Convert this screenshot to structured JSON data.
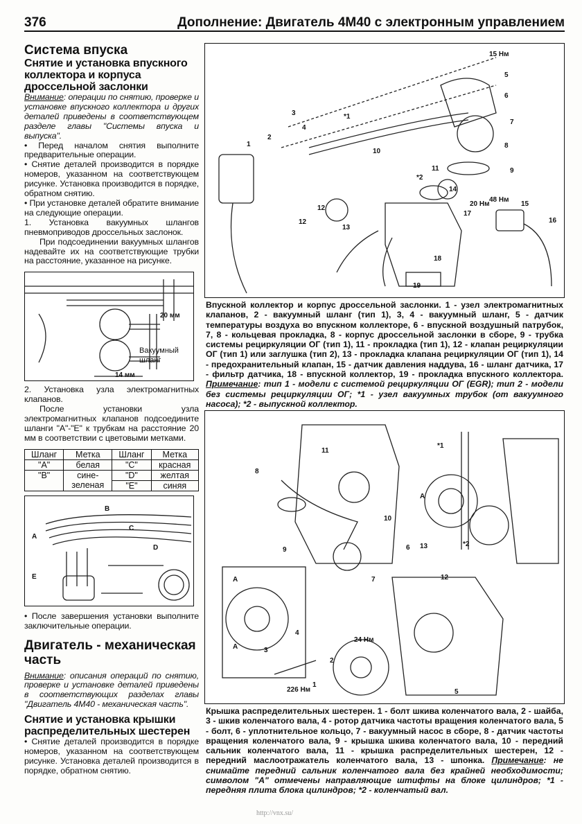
{
  "header": {
    "page_number": "376",
    "title": "Дополнение: Двигатель 4М40 с электронным управлением"
  },
  "left": {
    "section1_title": "Система впуска",
    "section1_subtitle": "Снятие и установка впускного коллектора и корпуса дроссельной заслонки",
    "note1_label": "Внимание",
    "note1_text": ": операции по снятию, проверке и установке впускного коллектора и других деталей приведены в соответствующем разделе главы \"Системы впуска и выпуска\".",
    "bullet1": "• Перед началом снятия выполните предварительные операции.",
    "bullet2": "• Снятие деталей производится в порядке номеров, указанном на соответствующем рисунке. Установка производится в порядке, обратном снятию.",
    "bullet3": "• При установке деталей обратите внимание на следующие операции.",
    "step1_title": "1. Установка вакуумных шлангов пневмоприводов дроссельных заслонок.",
    "step1_text": "При подсоединении вакуумных шлангов надевайте их на соответствующие трубки на расстояние, указанное на рисунке.",
    "step2_title": "2. Установка узла электромагнитных клапанов.",
    "step2_text": "После установки узла электромагнитных клапанов подсоедините шланги \"A\"-\"E\" к трубкам на расстояние 20 мм в соответствии с цветовыми метками.",
    "bullet4": "• После завершения установки выполните заключительные операции.",
    "section2_title": "Двигатель - механическая часть",
    "note2_label": "Внимание",
    "note2_text": ": описания операций по снятию, проверке и установке деталей приведены в соответствующих разделах главы \"Двигатель 4М40 - механическая часть\".",
    "section3_title": "Снятие и установка крышки распределительных шестерен",
    "bullet5": "• Снятие деталей производится в порядке номеров, указанном на соответствующем рисунке. Установка деталей производится в порядке, обратном снятию."
  },
  "hose_figure": {
    "dim1": "20 мм",
    "dim2": "14 мм",
    "label": "Вакуумный шланг"
  },
  "hose_table": {
    "headers": [
      "Шланг",
      "Метка",
      "Шланг",
      "Метка"
    ],
    "rows": [
      [
        "\"A\"",
        "белая",
        "\"C\"",
        "красная"
      ],
      [
        "\"B\"",
        "сине-зеленая",
        "\"D\"",
        "желтая"
      ],
      [
        "",
        "",
        "\"E\"",
        "синяя"
      ]
    ]
  },
  "solenoid_figure": {
    "labels": [
      "A",
      "B",
      "C",
      "D",
      "E"
    ]
  },
  "figure1": {
    "labels": [
      "1",
      "2",
      "3",
      "4",
      "5",
      "6",
      "7",
      "8",
      "9",
      "10",
      "11",
      "12",
      "12",
      "13",
      "14",
      "15",
      "16",
      "17",
      "18",
      "19",
      "*1",
      "*2"
    ],
    "torques": [
      "15 Нм",
      "48 Нм",
      "20 Нм"
    ],
    "caption": "Впускной коллектор и корпус дроссельной заслонки. 1 - узел электромагнитных клапанов, 2 - вакуумный шланг (тип 1), 3, 4 - вакуумный шланг, 5 - датчик температуры воздуха во впускном коллекторе, 6 - впускной воздушный патрубок, 7, 8 - кольцевая прокладка, 8 - корпус дроссельной заслонки в сборе, 9 - трубка системы рециркуляции ОГ (тип 1), 11 - прокладка (тип 1), 12 - клапан рециркуляции ОГ (тип 1) или заглушка (тип 2), 13 - прокладка клапана рециркуляции ОГ (тип 1), 14 - предохранительный клапан, 15 - датчик давления наддува, 16 - шланг датчика, 17 - фильтр датчика, 18 - впускной коллектор, 19 - прокладка впускного коллектора. ",
    "note_label": "Примечание",
    "note_text": ": тип 1 - модели с системой рециркуляции ОГ (EGR); тип 2 - модели без системы рециркуляции ОГ; *1 - узел вакуумных трубок (от вакуумного насоса); *2 - выпускной коллектор."
  },
  "figure2": {
    "labels": [
      "1",
      "2",
      "3",
      "4",
      "5",
      "6",
      "7",
      "8",
      "9",
      "10",
      "11",
      "12",
      "13",
      "A",
      "A",
      "A",
      "*1",
      "*2"
    ],
    "torques": [
      "24 Нм",
      "226 Нм"
    ],
    "caption": "Крышка распределительных шестерен. 1 - болт шкива коленчатого вала, 2 - шайба, 3 - шкив коленчатого вала, 4 - ротор датчика частоты вращения коленчатого вала, 5 - болт, 6 - уплотнительное кольцо, 7 - вакуумный насос в сборе, 8 - датчик частоты вращения коленчатого вала, 9 - крышка шкива коленчатого вала, 10 - передний сальник коленчатого вала, 11 - крышка распределительных шестерен, 12 - передний маслоотражатель коленчатого вала, 13 - шпонка. ",
    "note_label": "Примечание",
    "note_text": ": не снимайте передний сальник коленчатого вала без крайней необходимости; символом \"A\" отмечены направляющие штифты на блоке цилиндров; *1 - передняя плита блока цилиндров; *2 - коленчатый вал."
  },
  "footer": {
    "url": "http://vnx.su/"
  }
}
